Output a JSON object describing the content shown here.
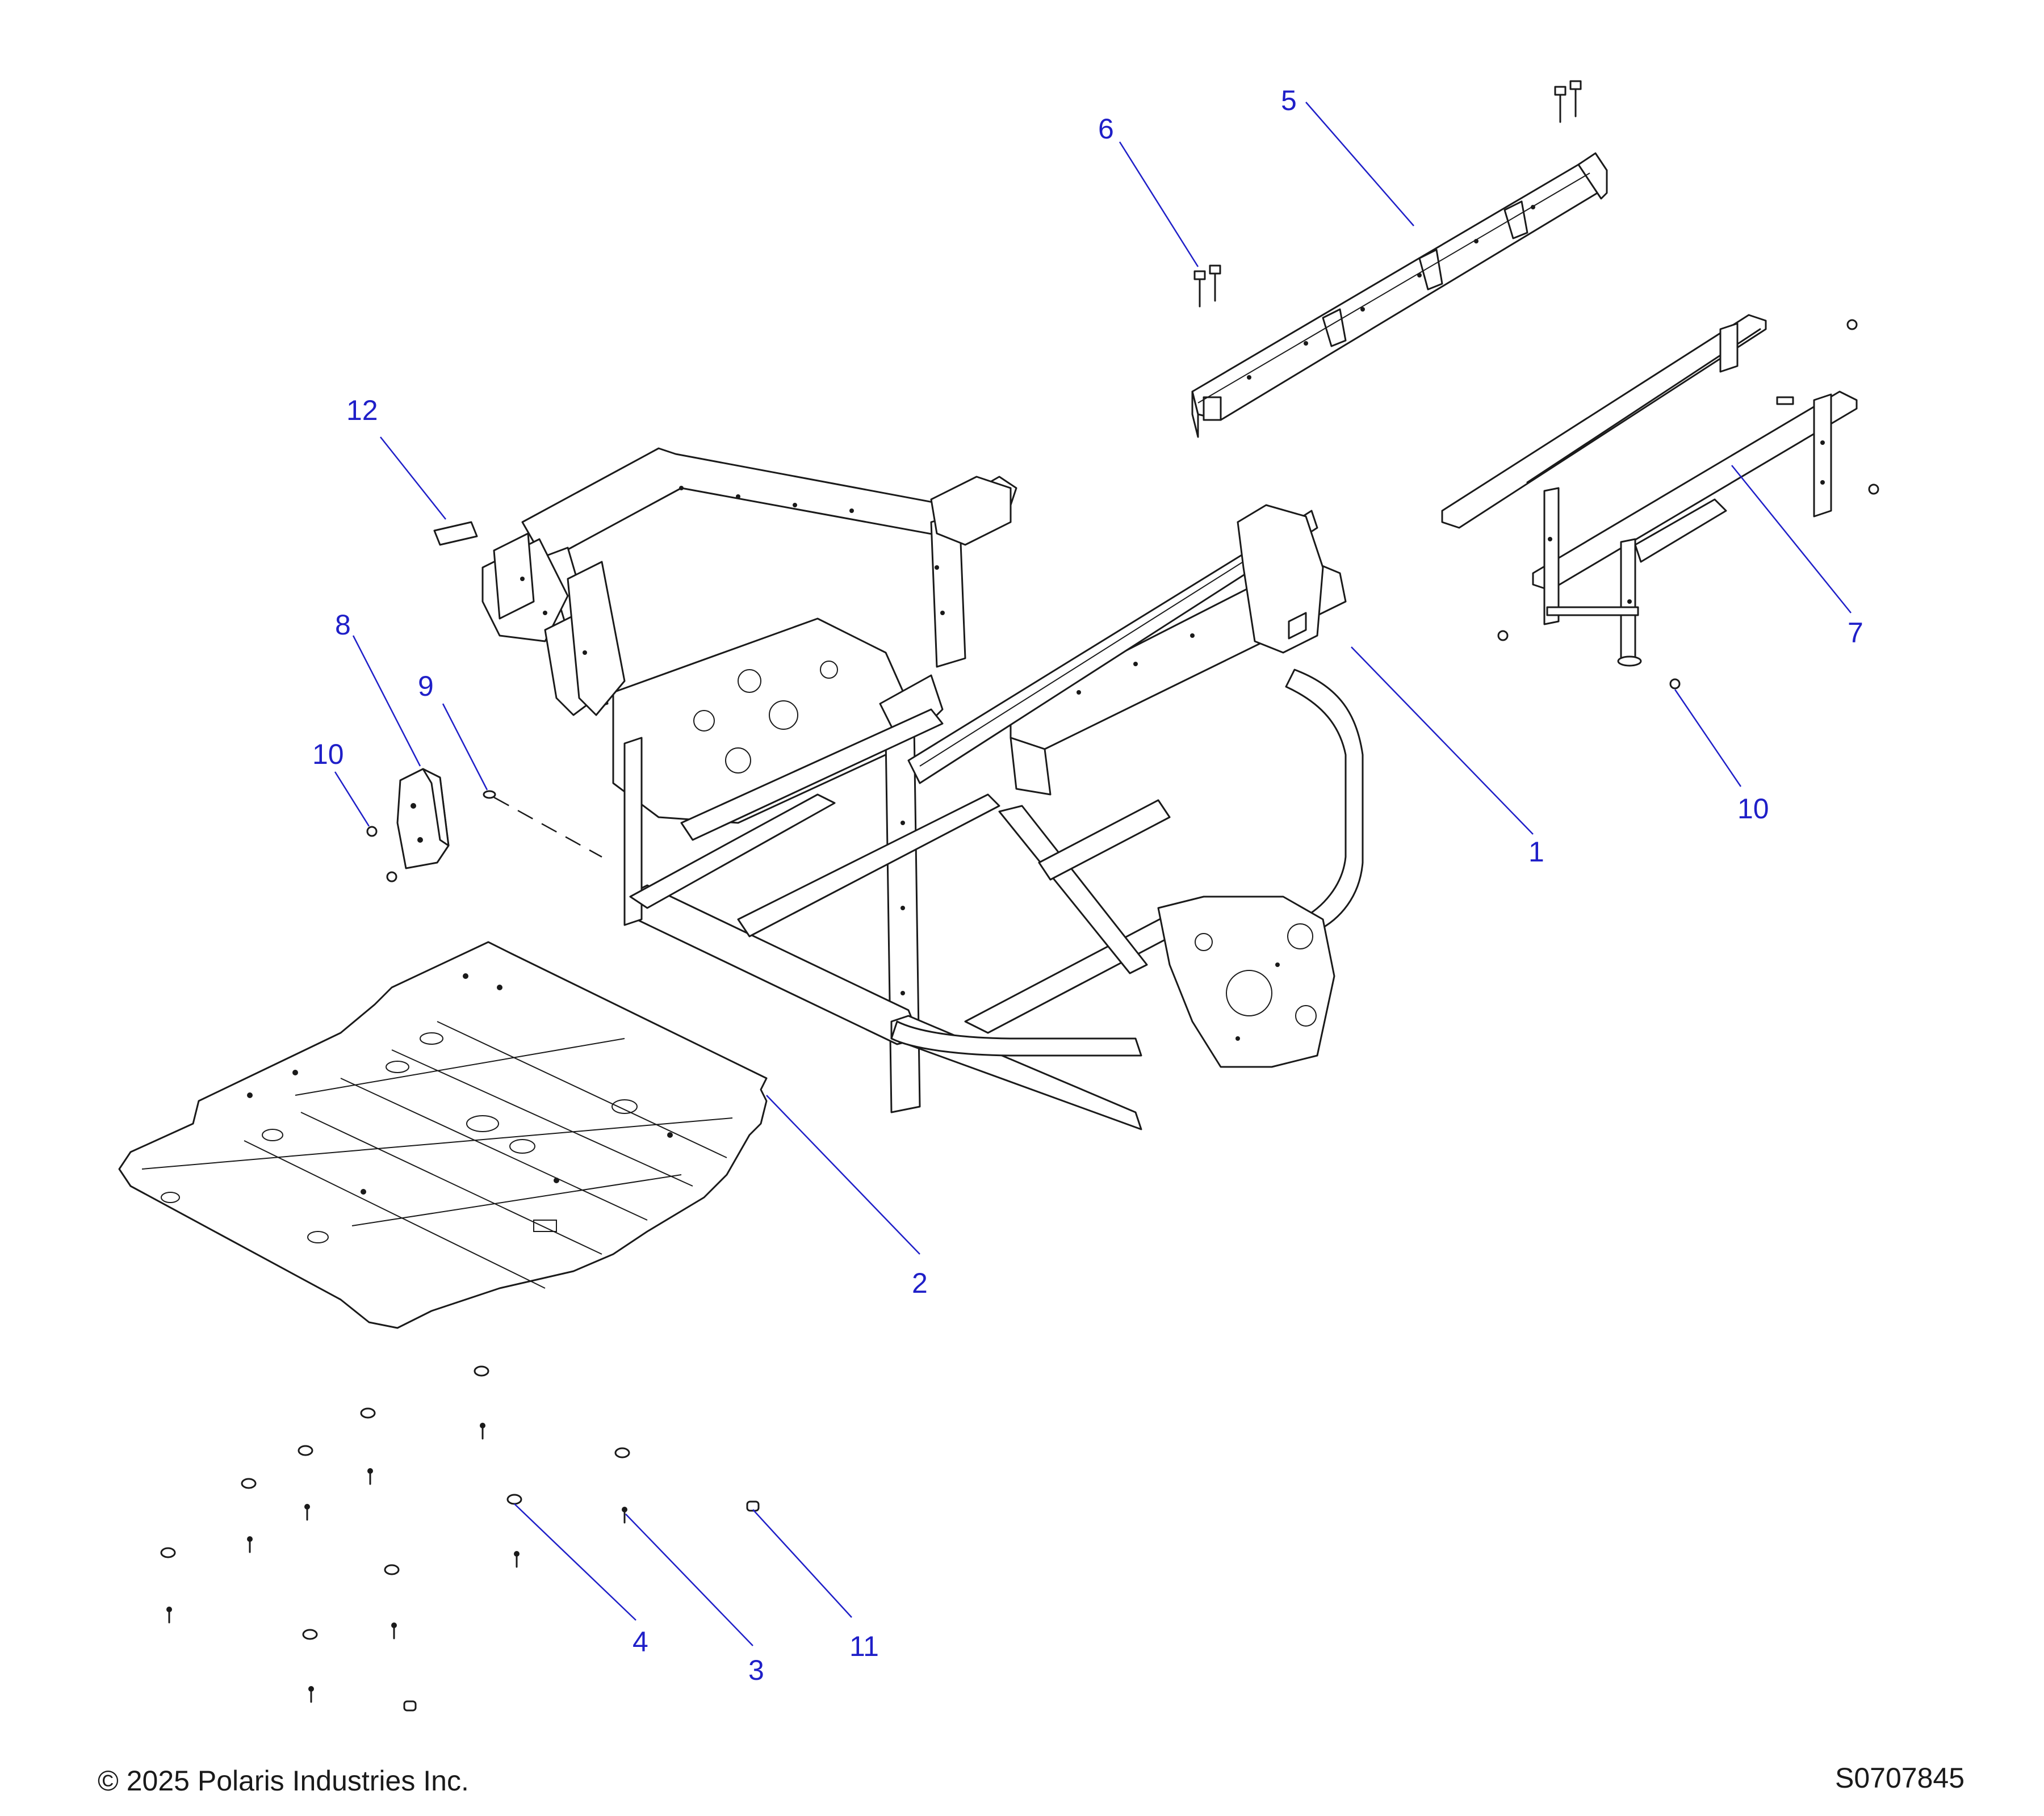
{
  "callouts": {
    "c1": "1",
    "c2": "2",
    "c3": "3",
    "c4": "4",
    "c5": "5",
    "c6": "6",
    "c7": "7",
    "c8": "8",
    "c9": "9",
    "c10a": "10",
    "c10b": "10",
    "c11": "11",
    "c12": "12"
  },
  "footer": {
    "copyright": "© 2025 Polaris Industries Inc.",
    "figure_id": "S0707845"
  },
  "colors": {
    "callout_blue": "#1f1fc8",
    "line_black": "#1a1a1a"
  }
}
